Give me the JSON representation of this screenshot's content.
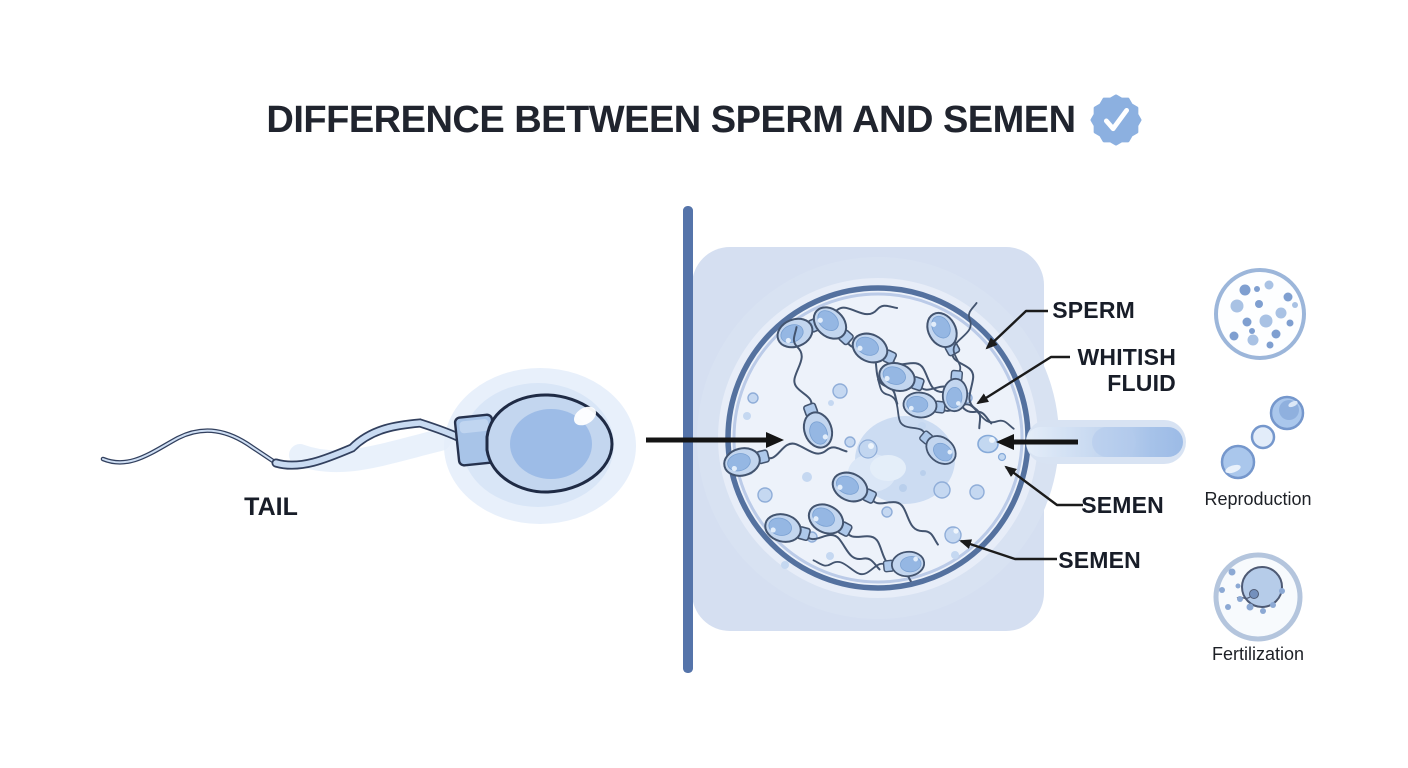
{
  "title": {
    "text": "DIFFERENCE BETWEEN SPERM AND SEMEN",
    "badge_icon": "verified-checkmark-badge",
    "badge_color": "#8cb0e0"
  },
  "single_sperm": {
    "tail_label": "TAIL"
  },
  "semen_sample": {
    "callouts": {
      "sperm": "SPERM",
      "whitish_fluid": "WHITISH FLUID",
      "semen_inner": "SEMEN",
      "semen_outer": "SEMEN"
    }
  },
  "side_icons": {
    "reproduction_caption": "Reproduction",
    "fertilization_caption": "Fertilization"
  },
  "colors": {
    "ring_blue": "#54719f",
    "bar_blue": "#5574aa",
    "light_fill": "#d8e2f2",
    "sperm_fill": "#bcd3ef",
    "nucleus_fill": "#9dbce7",
    "label_text": "#181d28"
  }
}
